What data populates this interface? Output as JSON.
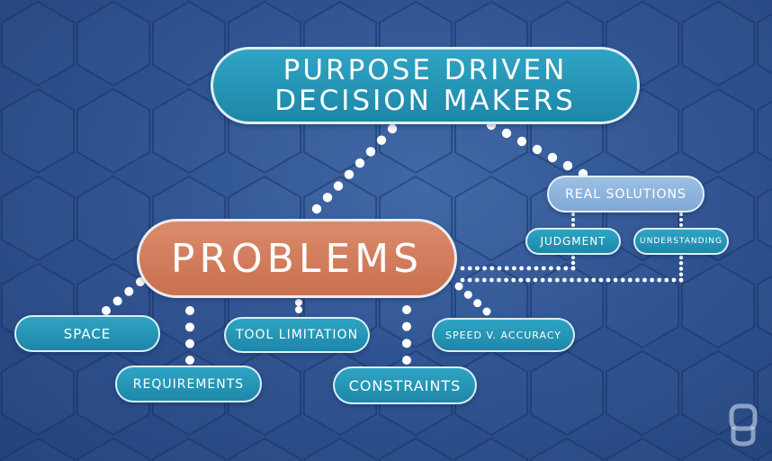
{
  "nodes": {
    "purpose_line1": "PURPOSE DRIVEN",
    "purpose_line2": "DECISION MAKERS",
    "problems": "PROBLEMS",
    "real_solutions": "REAL SOLUTIONS",
    "judgment": "JUDGMENT",
    "understanding": "UNDERSTANDING",
    "space": "SPACE",
    "tool_limitation": "TOOL LIMITATION",
    "speed_accuracy": "SPEED V. ACCURACY",
    "requirements": "REQUIREMENTS",
    "constraints": "CONSTRAINTS"
  },
  "colors": {
    "background": "#2f5391",
    "node_teal": "#2599ba",
    "node_orange": "#d27c5c",
    "node_light_blue": "#8fb5df",
    "connector_dots": "#ffffff"
  },
  "logo": {
    "icon": "university-logo-icon"
  }
}
